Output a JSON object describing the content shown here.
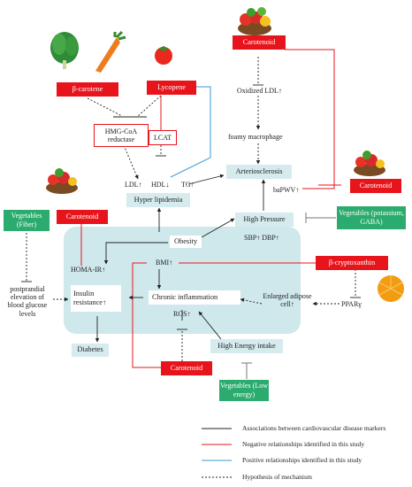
{
  "colors": {
    "red": "#e8141b",
    "teal": "#d5ebee",
    "green": "#2bab6e",
    "blue": "#3a9ad9",
    "black": "#222222"
  },
  "nodes": {
    "beta_carotene": "β-carotene",
    "lycopene": "Lycopene",
    "carotenoid_top": "Carotenoid",
    "hmg_coa": "HMG-CoA reductase",
    "lcat": "LCAT",
    "oxidized_ldl": "Oxidized LDL↑",
    "foamy_macrophage": "foamy macrophage",
    "ldl": "LDL↑",
    "hdl": "HDL↓",
    "tg": "TG↑",
    "arteriosclerosis": "Arteriosclerosis",
    "bapwv": "baPWV↑",
    "hyper_lipidemia": "Hyper lipidemia",
    "carotenoid_right": "Carotenoid",
    "vegetables_fiber": "Vegetables (Fiber)",
    "carotenoid_left": "Carotenoid",
    "high_pressure": "High Pressure",
    "vegetables_potassium": "Vegetables (potassium, GABA)",
    "sbp_dbp": "SBP↑ DBP↑",
    "obesity": "Obesity",
    "homa_ir": "HOMA-IR↑",
    "bmi": "BMI↑",
    "beta_cryptoxanthin": "β-cryptoxanthin",
    "postprandial": "postprandial elevation of blood glucose levels",
    "insulin_resistance": "Insulin resistance↑",
    "chronic_inflammation": "Chronic inflammation",
    "enlarged_adipose": "Enlarged adipose cell↑",
    "ppar": "PPARγ",
    "ros": "ROS↑",
    "diabetes": "Diabetes",
    "high_energy": "High Energy intake",
    "carotenoid_bottom": "Carotenoid",
    "vegetables_low_energy": "Vegetables (Low energy)"
  },
  "legend": [
    {
      "label": "Associations between cardiovascular disease markers",
      "style": "solid",
      "color": "#222222"
    },
    {
      "label": "Negative relationships identified in this study",
      "style": "solid",
      "color": "#e8141b"
    },
    {
      "label": "Positive relationships identified in this study",
      "style": "solid",
      "color": "#3a9ad9"
    },
    {
      "label": "Hypothesis of mechanism",
      "style": "dashed",
      "color": "#222222"
    }
  ],
  "icons": [
    "vegetables-basket-icon",
    "spinach-icon",
    "carrot-icon",
    "tomato-icon",
    "orange-icon"
  ]
}
